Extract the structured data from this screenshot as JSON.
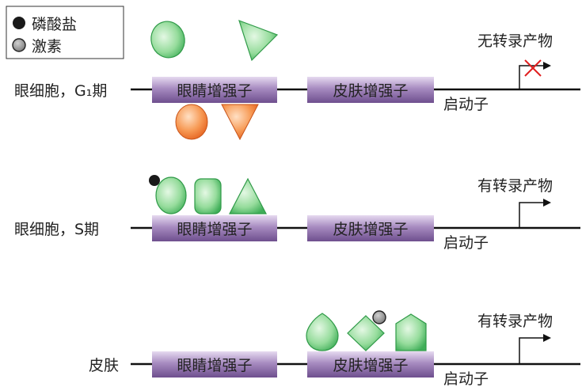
{
  "legend": {
    "items": [
      {
        "label": "磷酸盐",
        "color": "#1a1a1a"
      },
      {
        "label": "激素",
        "color": "#9a9a9a"
      }
    ]
  },
  "rows": [
    {
      "label": "眼细胞，G₁期",
      "enhancer1": "眼睛增强子",
      "enhancer2": "皮肤增强子",
      "promoter": "启动子",
      "result": "无转录产物"
    },
    {
      "label": "眼细胞，S期",
      "enhancer1": "眼睛增强子",
      "enhancer2": "皮肤增强子",
      "promoter": "启动子",
      "result": "有转录产物"
    },
    {
      "label": "皮肤",
      "enhancer1": "眼睛增强子",
      "enhancer2": "皮肤增强子",
      "promoter": "启动子",
      "result": "有转录产物"
    }
  ],
  "colors": {
    "enhancer_fill_top": "#d9c6e6",
    "enhancer_fill_mid": "#a78bc0",
    "enhancer_fill_bottom": "#7a5a98",
    "green_light": "#c4ecc4",
    "green_dark": "#2fa24a",
    "orange_light": "#fcc79a",
    "orange_dark": "#e4621e",
    "block_cross": "#e02020"
  }
}
